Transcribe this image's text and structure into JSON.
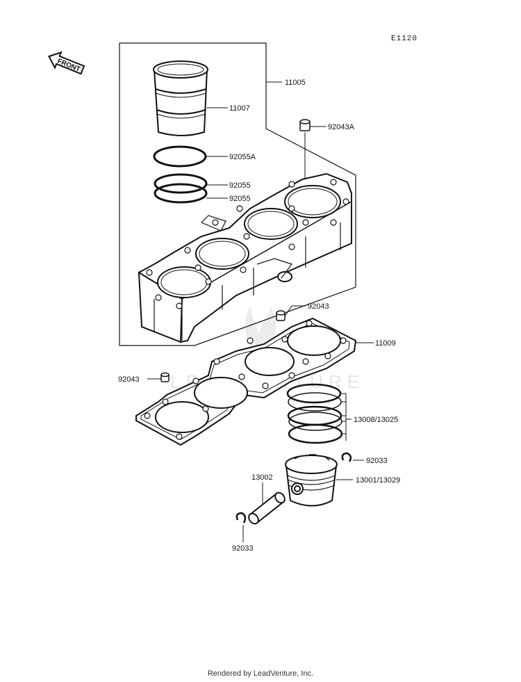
{
  "diagram_code": "E1120",
  "front_label": "FRONT",
  "watermark": "LEADVENTURE",
  "parts": {
    "p11005": "11005",
    "p11007": "11007",
    "p92043a": "92043A",
    "p92055a": "92055A",
    "p92055_1": "92055",
    "p92055_2": "92055",
    "p92043_top": "92043",
    "p11009": "11009",
    "p92043_left": "92043",
    "p13008": "13008/13025",
    "p92033_right": "92033",
    "p13001": "13001/13029",
    "p13002": "13002",
    "p92033_bottom": "92033"
  },
  "footer": "Rendered by LeadVenture, Inc."
}
